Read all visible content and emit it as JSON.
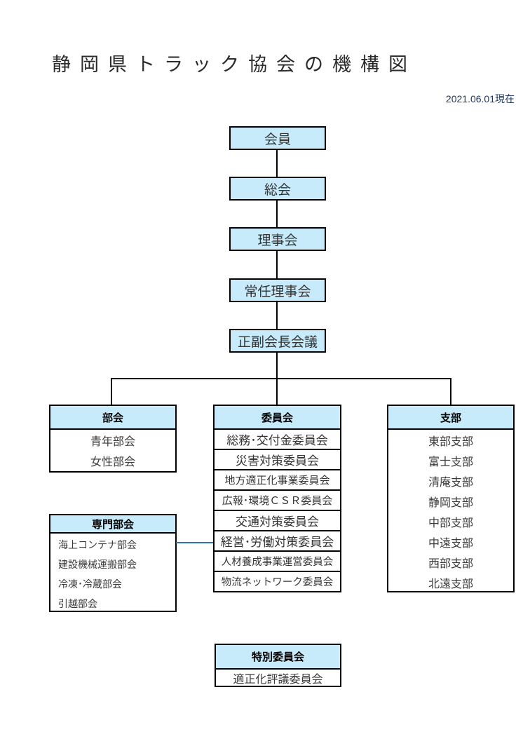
{
  "page": {
    "title": "静岡県トラック協会の機構図",
    "date_note": "2021.06.01現在"
  },
  "chain": {
    "items": [
      "会員",
      "総会",
      "理事会",
      "常任理事会",
      "正副会長会議"
    ]
  },
  "bukai": {
    "header": "部会",
    "items": [
      "青年部会",
      "女性部会"
    ]
  },
  "senmon_bukai": {
    "header": "専門部会",
    "items": [
      "海上コンテナ部会",
      "建設機械運搬部会",
      "冷凍･冷蔵部会",
      "引越部会"
    ]
  },
  "iinkai": {
    "header": "委員会",
    "items": [
      "総務･交付金委員会",
      "災害対策委員会",
      "地方適正化事業委員会",
      "広報･環境ＣＳＲ委員会",
      "交通対策委員会",
      "経営･労働対策委員会",
      "人材養成事業運営委員会",
      "物流ネットワーク委員会"
    ]
  },
  "shibu": {
    "header": "支部",
    "items": [
      "東部支部",
      "富士支部",
      "清庵支部",
      "静岡支部",
      "中部支部",
      "中遠支部",
      "西部支部",
      "北遠支部"
    ]
  },
  "tokubetsu": {
    "header": "特別委員会",
    "items": [
      "適正化評議委員会"
    ]
  },
  "colors": {
    "box_fill": "#C7EBFB",
    "line": "#000000",
    "link_line": "#2E75B6",
    "date_text": "#1F3864",
    "item_text": "#3A3A3A"
  }
}
